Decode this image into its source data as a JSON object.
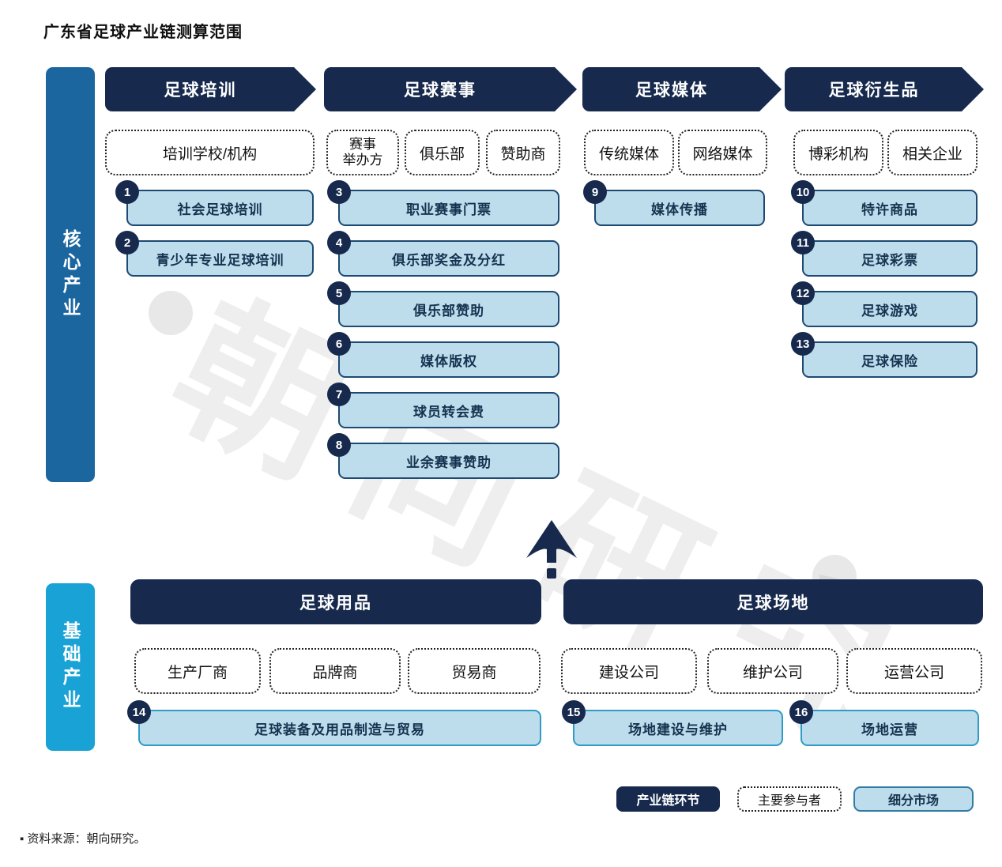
{
  "title": "广东省足球产业链测算范围",
  "source": "▪ 资料来源：朝向研究。",
  "watermark": {
    "text": "朝向研究"
  },
  "legend": {
    "chain": "产业链环节",
    "participant": "主要参与者",
    "market": "细分市场"
  },
  "colors": {
    "navy": "#172a4e",
    "core_bar_blue": "#1b669f",
    "base_bar_cyan": "#18a2d5",
    "market_fill": "#bddded",
    "market_border_core": "#1d4a72",
    "market_border_base": "#2f9cc6"
  },
  "core": {
    "label": "核心产业",
    "columns": [
      {
        "header": "足球培训",
        "participants": [
          "培训学校/机构"
        ],
        "markets": [
          {
            "num": "1",
            "label": "社会足球培训"
          },
          {
            "num": "2",
            "label": "青少年专业足球培训"
          }
        ]
      },
      {
        "header": "足球赛事",
        "participants": [
          "赛事\n举办方",
          "俱乐部",
          "赞助商"
        ],
        "markets": [
          {
            "num": "3",
            "label": "职业赛事门票"
          },
          {
            "num": "4",
            "label": "俱乐部奖金及分红"
          },
          {
            "num": "5",
            "label": "俱乐部赞助"
          },
          {
            "num": "6",
            "label": "媒体版权"
          },
          {
            "num": "7",
            "label": "球员转会费"
          },
          {
            "num": "8",
            "label": "业余赛事赞助"
          }
        ]
      },
      {
        "header": "足球媒体",
        "participants": [
          "传统媒体",
          "网络媒体"
        ],
        "markets": [
          {
            "num": "9",
            "label": "媒体传播"
          }
        ]
      },
      {
        "header": "足球衍生品",
        "participants": [
          "博彩机构",
          "相关企业"
        ],
        "markets": [
          {
            "num": "10",
            "label": "特许商品"
          },
          {
            "num": "11",
            "label": "足球彩票"
          },
          {
            "num": "12",
            "label": "足球游戏"
          },
          {
            "num": "13",
            "label": "足球保险"
          }
        ]
      }
    ]
  },
  "base": {
    "label": "基础产业",
    "columns": [
      {
        "header": "足球用品",
        "participants": [
          "生产厂商",
          "品牌商",
          "贸易商"
        ],
        "markets": [
          {
            "num": "14",
            "label": "足球装备及用品制造与贸易"
          }
        ]
      },
      {
        "header": "足球场地",
        "participants": [
          "建设公司",
          "维护公司",
          "运营公司"
        ],
        "markets": [
          {
            "num": "15",
            "label": "场地建设与维护"
          },
          {
            "num": "16",
            "label": "场地运营"
          }
        ]
      }
    ]
  }
}
